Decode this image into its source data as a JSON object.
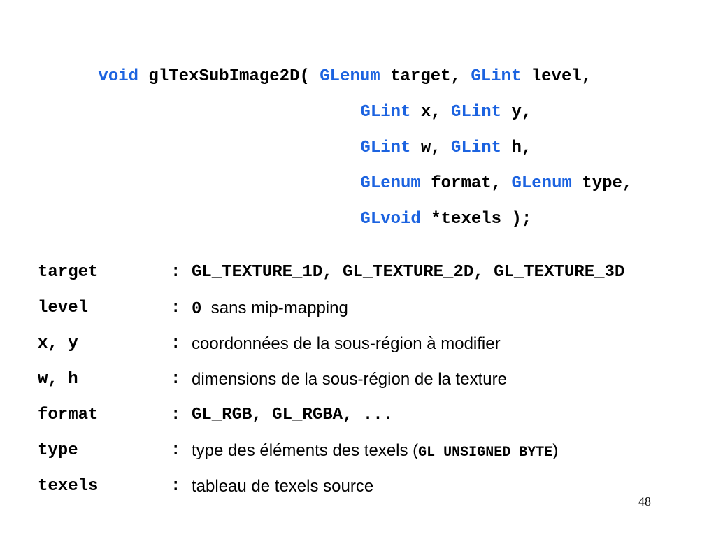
{
  "signature": {
    "lines": [
      [
        {
          "text": "void",
          "kw": true
        },
        {
          "text": " glTexSubImage2D( ",
          "kw": false
        },
        {
          "text": "GLenum",
          "kw": true
        },
        {
          "text": " target, ",
          "kw": false
        },
        {
          "text": "GLint",
          "kw": true
        },
        {
          "text": " level,",
          "kw": false
        }
      ],
      [
        {
          "text": "GLint",
          "kw": true
        },
        {
          "text": " x, ",
          "kw": false
        },
        {
          "text": "GLint",
          "kw": true
        },
        {
          "text": " y,",
          "kw": false
        }
      ],
      [
        {
          "text": "GLint",
          "kw": true
        },
        {
          "text": " w, ",
          "kw": false
        },
        {
          "text": "GLint",
          "kw": true
        },
        {
          "text": " h,",
          "kw": false
        }
      ],
      [
        {
          "text": "GLenum",
          "kw": true
        },
        {
          "text": " format, ",
          "kw": false
        },
        {
          "text": "GLenum",
          "kw": true
        },
        {
          "text": " type,",
          "kw": false
        }
      ],
      [
        {
          "text": "GLvoid",
          "kw": true
        },
        {
          "text": " *texels );",
          "kw": false
        }
      ]
    ]
  },
  "params": [
    {
      "term": "target",
      "colon": ":",
      "desc": [
        {
          "text": "GL_TEXTURE_1D, GL_TEXTURE_2D, GL_TEXTURE_3D",
          "mono": true
        }
      ]
    },
    {
      "term": "level",
      "colon": ":",
      "desc": [
        {
          "text": "0",
          "mono": true
        },
        {
          "text": "  sans mip-mapping",
          "mono": false
        }
      ]
    },
    {
      "term": "x, y",
      "colon": ":",
      "desc": [
        {
          "text": "coordonnées de la sous-région à modifier",
          "mono": false
        }
      ]
    },
    {
      "term": "w, h",
      "colon": ":",
      "desc": [
        {
          "text": "dimensions de la sous-région de la texture",
          "mono": false
        }
      ]
    },
    {
      "term": "format",
      "colon": ":",
      "desc": [
        {
          "text": "GL_RGB, GL_RGBA, ...",
          "mono": true
        }
      ]
    },
    {
      "term": "type",
      "colon": ":",
      "desc": [
        {
          "text": "type des éléments des texels (",
          "mono": false
        },
        {
          "text": "GL_UNSIGNED_BYTE",
          "mono": true
        },
        {
          "text": ")",
          "mono": false
        }
      ]
    },
    {
      "term": "texels",
      "colon": ":",
      "desc": [
        {
          "text": "tableau de texels source",
          "mono": false
        }
      ]
    }
  ],
  "page_number": "48",
  "colors": {
    "keyword": "#1c63e0",
    "text": "#000000",
    "background": "#ffffff"
  }
}
